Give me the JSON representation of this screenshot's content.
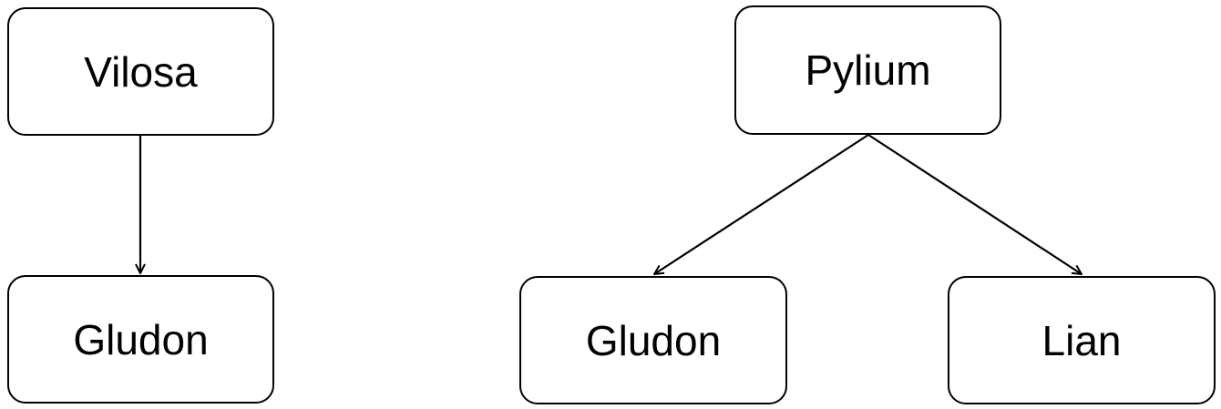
{
  "diagram": {
    "left_tree": {
      "root": {
        "label": "Vilosa"
      },
      "children": [
        {
          "label": "Gludon"
        }
      ]
    },
    "right_tree": {
      "root": {
        "label": "Pylium"
      },
      "children": [
        {
          "label": "Gludon"
        },
        {
          "label": "Lian"
        }
      ]
    },
    "colors": {
      "stroke": "#000000",
      "fill": "#ffffff",
      "text": "#000000"
    }
  }
}
